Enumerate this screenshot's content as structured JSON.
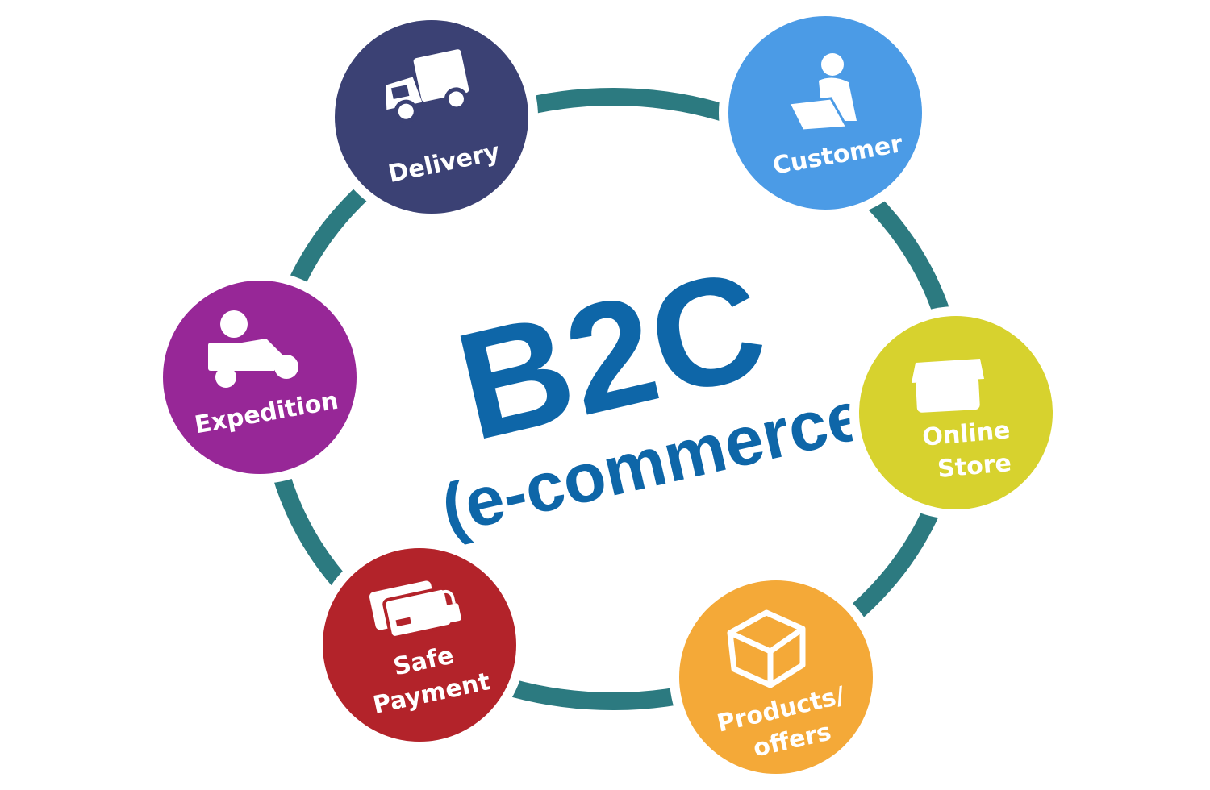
{
  "title": "B2C",
  "subtitle": "(e-commerce)",
  "colors": {
    "ring": "#2c7a80",
    "title": "#0e66a8"
  },
  "nodes": [
    {
      "id": "delivery",
      "label_lines": [
        "Delivery"
      ],
      "color": "#3b4174",
      "icon": "truck-icon"
    },
    {
      "id": "customer",
      "label_lines": [
        "Customer"
      ],
      "color": "#4b9be6",
      "icon": "person-laptop-icon"
    },
    {
      "id": "online-store",
      "label_lines": [
        "Online",
        "Store"
      ],
      "color": "#d7d22e",
      "icon": "store-icon"
    },
    {
      "id": "products",
      "label_lines": [
        "Products/",
        "offers"
      ],
      "color": "#f4a938",
      "icon": "box-icon"
    },
    {
      "id": "safe-payment",
      "label_lines": [
        "Safe",
        "Payment"
      ],
      "color": "#b3232a",
      "icon": "card-lock-icon"
    },
    {
      "id": "expedition",
      "label_lines": [
        "Expedition"
      ],
      "color": "#972797",
      "icon": "courier-scooter-icon"
    }
  ]
}
